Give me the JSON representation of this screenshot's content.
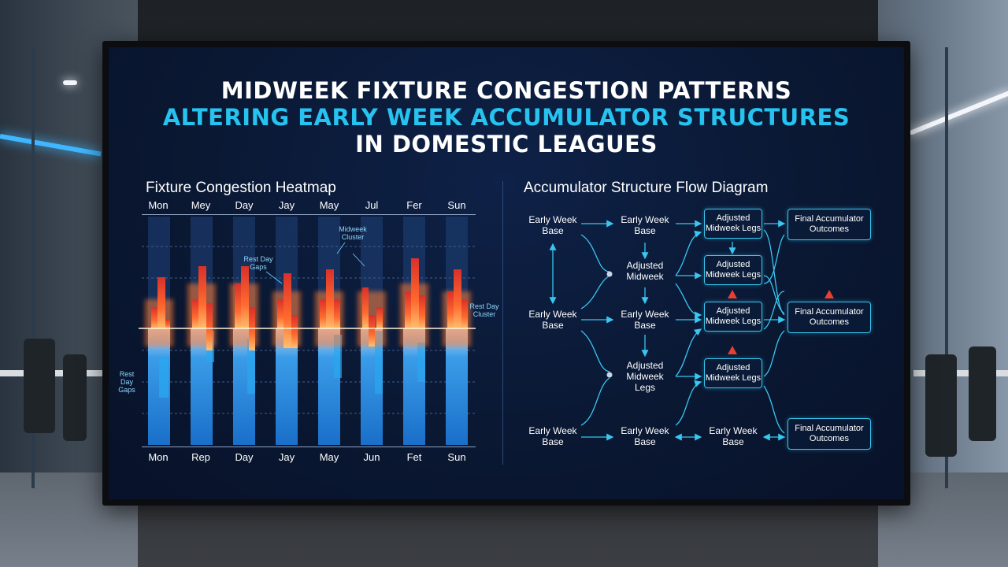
{
  "title": {
    "line1": "MIDWEEK FIXTURE CONGESTION PATTERNS",
    "line2": "ALTERING EARLY WEEK ACCUMULATOR STRUCTURES",
    "line3": "IN DOMESTIC LEAGUES"
  },
  "heatmap": {
    "title": "Fixture Congestion Heatmap",
    "top_labels": [
      "Mon",
      "Mey",
      "Day",
      "Jay",
      "May",
      "Jul",
      "Fer",
      "Sun"
    ],
    "bottom_labels": [
      "Mon",
      "Rep",
      "Day",
      "Jay",
      "May",
      "Jun",
      "Fet",
      "Sun"
    ],
    "annotations": {
      "midweek_cluster": "Midweek Cluster",
      "rest_day_gaps_top": "Rest Day Gaps",
      "rest_day_cluster": "Rest Day Cluster",
      "rest_day_gaps_left": "Rest Day Gaps"
    },
    "colors": {
      "hot": "#ff5a2a",
      "warm": "#ffa24a",
      "cool": "#1f8be0",
      "column": "#1c3d72"
    }
  },
  "flow": {
    "title": "Accumulator Structure Flow Diagram",
    "nodes": {
      "ewb_1": "Early Week Base",
      "ewb_2": "Early Week Base",
      "ewb_3": "Early Week Base",
      "ewb_4": "Early Week Base",
      "ewb_5": "Early Week Base",
      "ewb_6": "Early Week Base",
      "am_1": "Adjusted Midweek",
      "am_2": "Adjusted Midweek Legs",
      "box_aml_1": "Adjusted Midweek Legs",
      "box_aml_2": "Adjusted Midweek Legs",
      "box_aml_3": "Adjusted Midweek Legs",
      "box_aml_4": "Adjusted Midweek Legs",
      "box_fao_1": "Final Accumulator Outcomes",
      "box_fao_2": "Final Accumulator Outcomes",
      "box_fao_3": "Final Accumulator Outcomes"
    },
    "colors": {
      "line": "#38c7f0",
      "warning": "#e8402f"
    }
  }
}
